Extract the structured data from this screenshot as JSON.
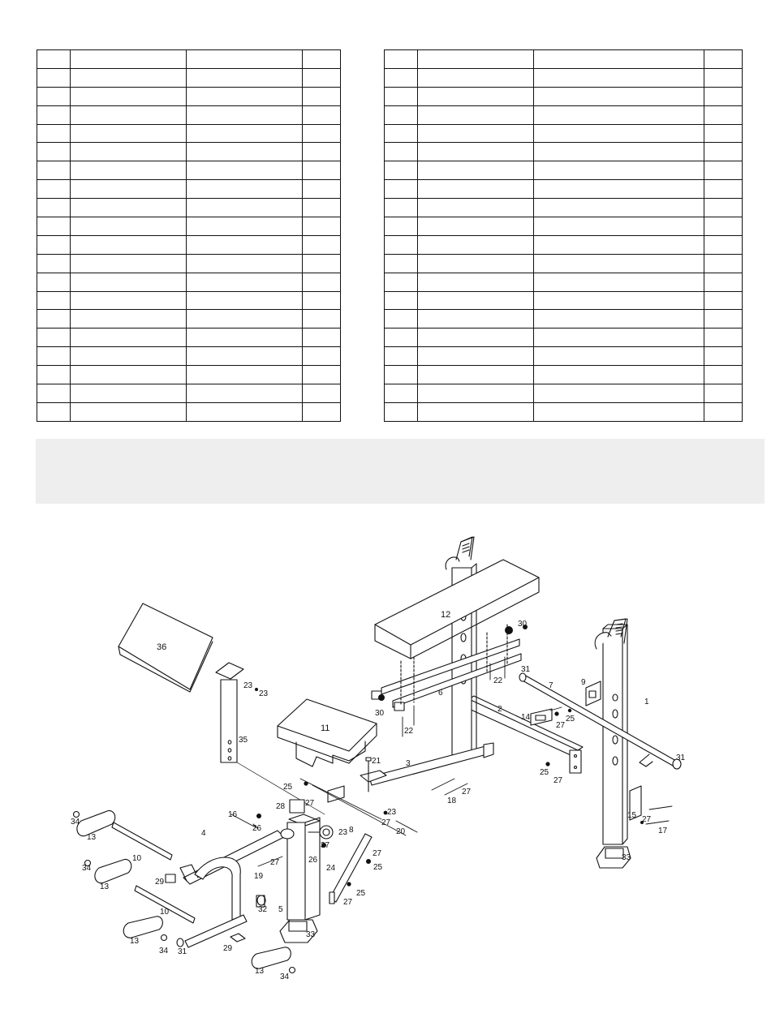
{
  "parts_table_left": {
    "rows": 20,
    "columns": 4
  },
  "parts_table_right": {
    "rows": 20,
    "columns": 4
  },
  "callouts": [
    {
      "id": "c-1",
      "label": "1"
    },
    {
      "id": "c-2",
      "label": "2"
    },
    {
      "id": "c-3",
      "label": "3"
    },
    {
      "id": "c-4",
      "label": "4"
    },
    {
      "id": "c-5",
      "label": "5"
    },
    {
      "id": "c-6",
      "label": "6"
    },
    {
      "id": "c-7",
      "label": "7"
    },
    {
      "id": "c-8",
      "label": "8"
    },
    {
      "id": "c-9",
      "label": "9"
    },
    {
      "id": "c-10a",
      "label": "10"
    },
    {
      "id": "c-10b",
      "label": "10"
    },
    {
      "id": "c-11",
      "label": "11"
    },
    {
      "id": "c-12",
      "label": "12"
    },
    {
      "id": "c-13a",
      "label": "13"
    },
    {
      "id": "c-13b",
      "label": "13"
    },
    {
      "id": "c-13c",
      "label": "13"
    },
    {
      "id": "c-13d",
      "label": "13"
    },
    {
      "id": "c-14",
      "label": "14"
    },
    {
      "id": "c-15",
      "label": "15"
    },
    {
      "id": "c-16",
      "label": "16"
    },
    {
      "id": "c-17",
      "label": "17"
    },
    {
      "id": "c-18",
      "label": "18"
    },
    {
      "id": "c-19",
      "label": "19"
    },
    {
      "id": "c-20",
      "label": "20"
    },
    {
      "id": "c-21",
      "label": "21"
    },
    {
      "id": "c-22a",
      "label": "22"
    },
    {
      "id": "c-22b",
      "label": "22"
    },
    {
      "id": "c-23a",
      "label": "23"
    },
    {
      "id": "c-23b",
      "label": "23"
    },
    {
      "id": "c-23c",
      "label": "23"
    },
    {
      "id": "c-23d",
      "label": "23"
    },
    {
      "id": "c-24",
      "label": "24"
    },
    {
      "id": "c-25a",
      "label": "25"
    },
    {
      "id": "c-25b",
      "label": "25"
    },
    {
      "id": "c-25c",
      "label": "25"
    },
    {
      "id": "c-25d",
      "label": "25"
    },
    {
      "id": "c-25e",
      "label": "25"
    },
    {
      "id": "c-26a",
      "label": "26"
    },
    {
      "id": "c-26b",
      "label": "26"
    },
    {
      "id": "c-27a",
      "label": "27"
    },
    {
      "id": "c-27b",
      "label": "27"
    },
    {
      "id": "c-27c",
      "label": "27"
    },
    {
      "id": "c-27d",
      "label": "27"
    },
    {
      "id": "c-27e",
      "label": "27"
    },
    {
      "id": "c-27f",
      "label": "27"
    },
    {
      "id": "c-27g",
      "label": "27"
    },
    {
      "id": "c-27h",
      "label": "27"
    },
    {
      "id": "c-27i",
      "label": "27"
    },
    {
      "id": "c-28",
      "label": "28"
    },
    {
      "id": "c-29a",
      "label": "29"
    },
    {
      "id": "c-29b",
      "label": "29"
    },
    {
      "id": "c-30a",
      "label": "30"
    },
    {
      "id": "c-30b",
      "label": "30"
    },
    {
      "id": "c-31a",
      "label": "31"
    },
    {
      "id": "c-31b",
      "label": "31"
    },
    {
      "id": "c-31c",
      "label": "31"
    },
    {
      "id": "c-32",
      "label": "32"
    },
    {
      "id": "c-33a",
      "label": "33"
    },
    {
      "id": "c-33b",
      "label": "33"
    },
    {
      "id": "c-34a",
      "label": "34"
    },
    {
      "id": "c-34b",
      "label": "34"
    },
    {
      "id": "c-34c",
      "label": "34"
    },
    {
      "id": "c-34d",
      "label": "34"
    },
    {
      "id": "c-35",
      "label": "35"
    },
    {
      "id": "c-36",
      "label": "36"
    },
    {
      "id": "c-37",
      "label": "37"
    }
  ]
}
